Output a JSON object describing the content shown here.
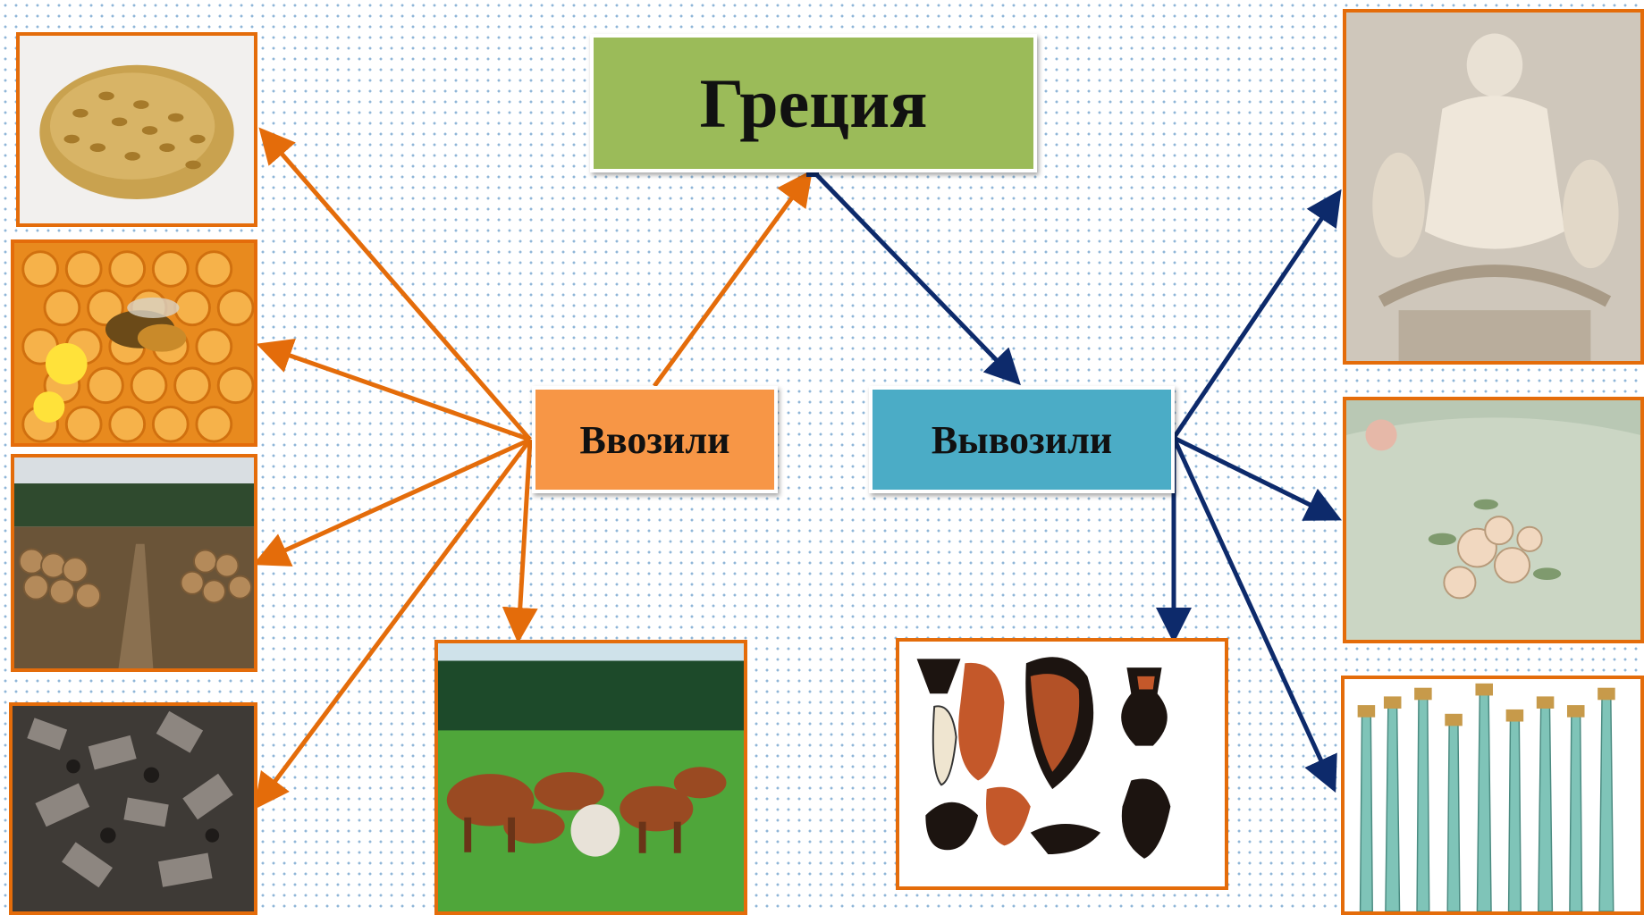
{
  "diagram": {
    "title": "Греция",
    "import_label": "Ввозили",
    "export_label": "Вывозили"
  },
  "colors": {
    "title_box": "#9bbb59",
    "import_box": "#f79646",
    "export_box": "#4bacc6",
    "import_arrows": "#e46c0a",
    "export_arrows": "#0d2a6b",
    "photo_border": "#e46c0a"
  },
  "imports": [
    "grain-photo",
    "honeycomb-bee-photo",
    "timber-logs-photo",
    "metal-ore-photo",
    "cattle-herd-photo"
  ],
  "exports": [
    "marble-sculpture-photo",
    "embroidered-fabric-photo",
    "painted-vases-photo",
    "bronze-swords-photo"
  ]
}
